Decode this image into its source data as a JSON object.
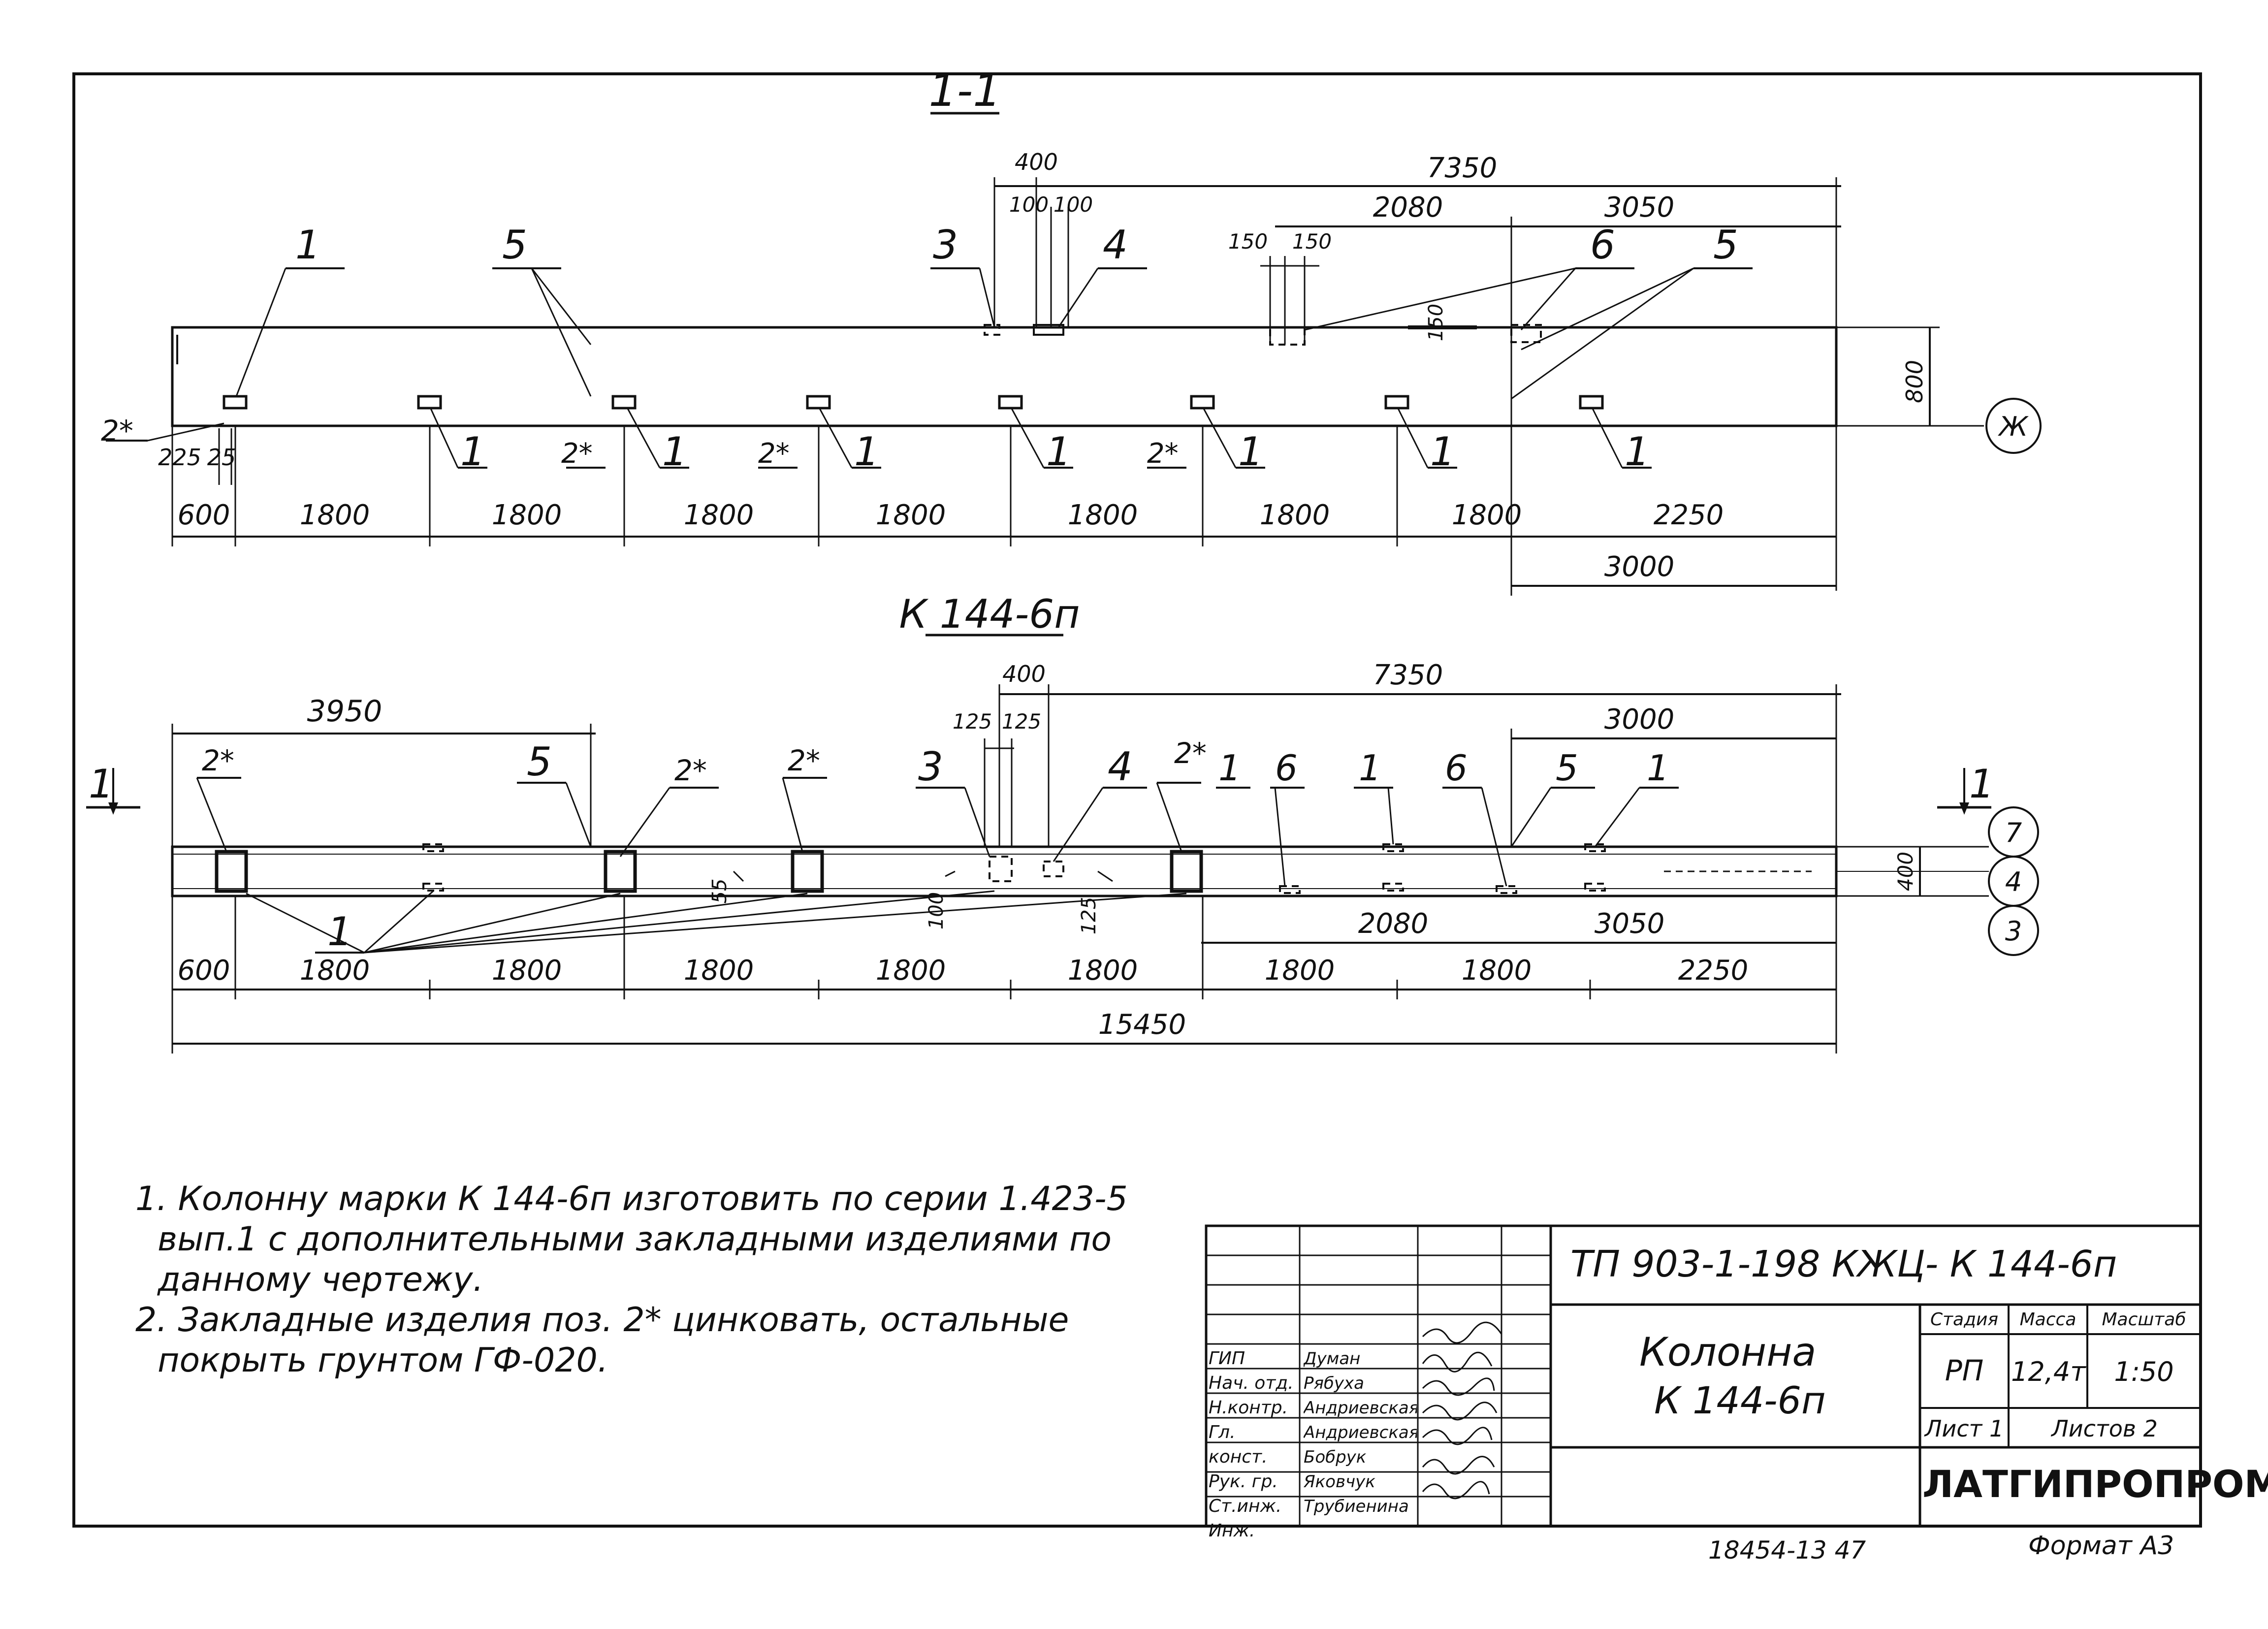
{
  "section_title": "1-1",
  "plan_title": "К 144-6п",
  "section_mark": "1",
  "axis_marks": {
    "zh": "Ж",
    "seven": "7",
    "four": "4",
    "three": "3"
  },
  "section_view": {
    "dims_top": {
      "d400": "400",
      "d100": "100",
      "d100b": "100",
      "d7350": "7350",
      "d150a": "150",
      "d150b": "150",
      "d2080": "2080",
      "d3050": "3050"
    },
    "callouts_top": {
      "c1": "1",
      "c5": "5",
      "c3": "3",
      "c4": "4",
      "c6": "6",
      "c5b": "5"
    },
    "height_dim": "800",
    "small_dim": "150",
    "callouts_bottom": [
      "2*",
      "1",
      "2*",
      "1",
      "2*",
      "1",
      "1",
      "2*",
      "1",
      "1",
      "1"
    ],
    "small_dims": {
      "a": "225",
      "b": "25"
    },
    "dims_bottom": [
      "600",
      "1800",
      "1800",
      "1800",
      "1800",
      "1800",
      "1800",
      "1800",
      "2250"
    ],
    "dim_3000": "3000"
  },
  "plan_view": {
    "dims_top": {
      "d3950": "3950",
      "d400": "400",
      "d7350": "7350",
      "d125a": "125",
      "d125b": "125",
      "d3000": "3000"
    },
    "callouts_top": [
      "2*",
      "5",
      "2*",
      "2*",
      "3",
      "4",
      "2*",
      "1",
      "6",
      "1",
      "6",
      "5",
      "1"
    ],
    "width_dim": "400",
    "small_dims": {
      "d55": "55",
      "d100": "100",
      "d125": "125"
    },
    "callout_bottom": "1",
    "dims_mid": {
      "d2080": "2080",
      "d3050": "3050"
    },
    "dims_bottom": [
      "600",
      "1800",
      "1800",
      "1800",
      "1800",
      "1800",
      "1800",
      "1800",
      "2250"
    ],
    "total": "15450"
  },
  "notes": [
    "1. Колонну марки К 144-6п изготовить по серии 1.423-5",
    "вып.1 с дополнительными закладными изделиями по",
    "данному чертежу.",
    "2. Закладные изделия поз. 2* цинковать, остальные",
    "покрыть грунтом ГФ-020."
  ],
  "title_block": {
    "code": "ТП 903-1-198   КЖЦ- К 144-6п",
    "name_line1": "Колонна",
    "name_line2": "К 144-6п",
    "headers": {
      "stage": "Стадия",
      "mass": "Масса",
      "scale": "Масштаб"
    },
    "values": {
      "stage": "РП",
      "mass": "12,4т",
      "scale": "1:50"
    },
    "sheet": "Лист 1",
    "sheets": "Листов 2",
    "org": "ЛАТГИПРОПРОМ",
    "staff": [
      {
        "role": "ГИП",
        "name": "Думан"
      },
      {
        "role": "Нач. отд.",
        "name": "Рябуха"
      },
      {
        "role": "Н.контр.",
        "name": "Андриевская"
      },
      {
        "role": "Гл. конст.",
        "name": "Андриевская"
      },
      {
        "role": "Рук. гр.",
        "name": "Бобрук"
      },
      {
        "role": "Ст.инж.",
        "name": "Яковчук"
      },
      {
        "role": "Инж.",
        "name": "Трубиенина"
      }
    ]
  },
  "footer": {
    "inv": "18454-13   47",
    "format": "Формат А3"
  }
}
